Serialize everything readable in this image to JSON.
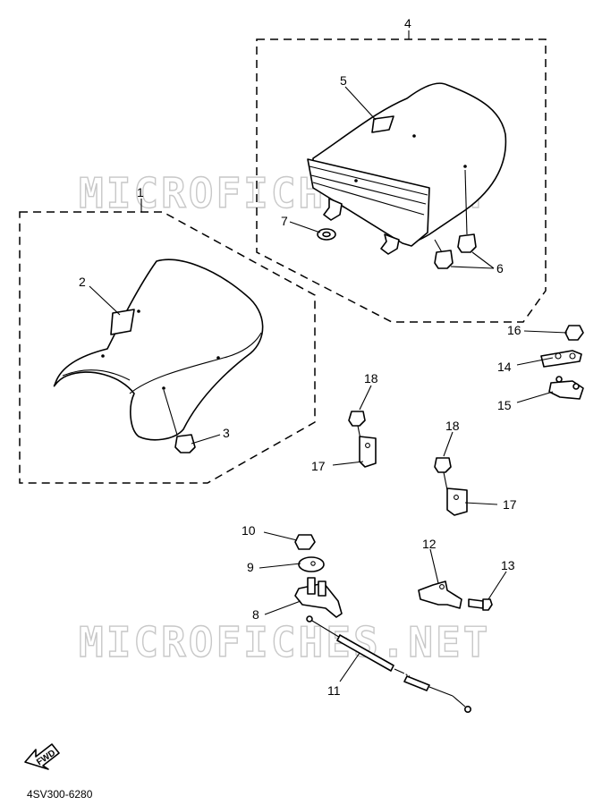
{
  "watermark": {
    "top": "MICROFICHES.NET",
    "bottom": "MICROFICHES.NET"
  },
  "callouts": {
    "c1": "1",
    "c2": "2",
    "c3": "3",
    "c4": "4",
    "c5": "5",
    "c6": "6",
    "c7": "7",
    "c8": "8",
    "c9": "9",
    "c10": "10",
    "c11": "11",
    "c12": "12",
    "c13": "13",
    "c14": "14",
    "c15": "15",
    "c16": "16",
    "c17a": "17",
    "c17b": "17",
    "c18a": "18",
    "c18b": "18"
  },
  "direction_arrow": {
    "label": "FWD"
  },
  "diagram_code": "4SV300-6280"
}
